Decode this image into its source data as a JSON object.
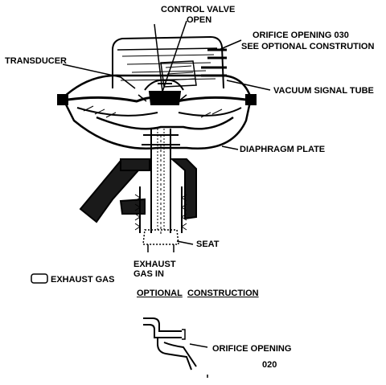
{
  "labels": {
    "control_valve_line1": "CONTROL VALVE",
    "control_valve_line2": "OPEN",
    "orifice_opening_line1": "ORIFICE OPENING   030",
    "orifice_opening_line2": "SEE OPTIONAL CONSTRUTION",
    "transducer": "TRANSDUCER",
    "vacuum_signal_tube": "VACUUM SIGNAL TUBE",
    "diaphragm_plate": "DIAPHRAGM PLATE",
    "seat": "SEAT",
    "exhaust_gas_in_line1": "EXHAUST",
    "exhaust_gas_in_line2": "GAS IN",
    "legend_exhaust_gas": "EXHAUST GAS",
    "optional_word1": "OPTIONAL",
    "optional_word2": "CONSTRUCTION",
    "orifice_opening_020_line1": "ORIFICE OPENING",
    "orifice_opening_020_line2": "020"
  },
  "colors": {
    "ink": "#000000",
    "paper": "#ffffff",
    "shade": "#1a1a1a"
  }
}
